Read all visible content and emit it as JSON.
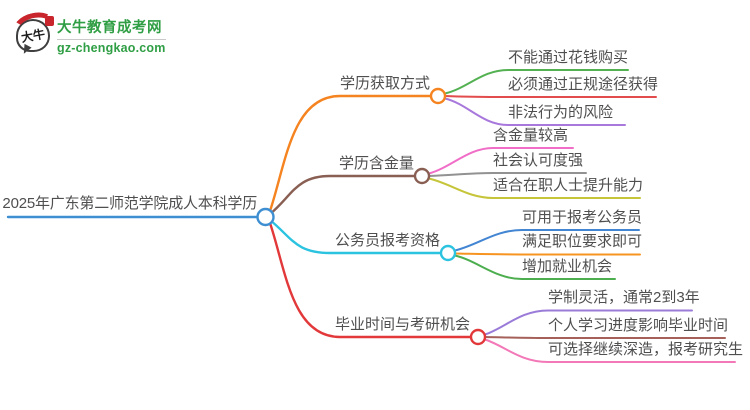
{
  "logo": {
    "bubble_text": "大牛",
    "site_name": "大牛教育成考网",
    "site_url": "gz-chengkao.com"
  },
  "root": {
    "label": "2025年广东第二师范学院成人本科学历"
  },
  "branches": [
    {
      "label": "学历获取方式",
      "color": "#f5831f",
      "children": [
        {
          "label": "不能通过花钱购买",
          "color": "#53b152"
        },
        {
          "label": "必须通过正规途径获得",
          "color": "#e24c4c"
        },
        {
          "label": "非法行为的风险",
          "color": "#a878dc"
        }
      ]
    },
    {
      "label": "学历含金量",
      "color": "#8a5f53",
      "children": [
        {
          "label": "含金量较高",
          "color": "#f06ec7"
        },
        {
          "label": "社会认可度强",
          "color": "#929292"
        },
        {
          "label": "适合在职人士提升能力",
          "color": "#c6c53a"
        }
      ]
    },
    {
      "label": "公务员报考资格",
      "color": "#2bc3e0",
      "children": [
        {
          "label": "可用于报考公务员",
          "color": "#4285d2"
        },
        {
          "label": "满足职位要求即可",
          "color": "#f79421"
        },
        {
          "label": "增加就业机会",
          "color": "#4cae4f"
        }
      ]
    },
    {
      "label": "毕业时间与考研机会",
      "color": "#e2383a",
      "children": [
        {
          "label": "学制灵活，通常2到3年",
          "color": "#9a7bd8"
        },
        {
          "label": "个人学习进度影响毕业时间",
          "color": "#a5605a"
        },
        {
          "label": "可选择继续深造，报考研究生",
          "color": "#f378b8"
        }
      ]
    }
  ],
  "colors": {
    "root_line": "#3e8fd2",
    "text": "#4f4f4f",
    "logo_green": "#2f9e44",
    "logo_red": "#c9252c",
    "bubble_outline": "#3f3f3f"
  }
}
